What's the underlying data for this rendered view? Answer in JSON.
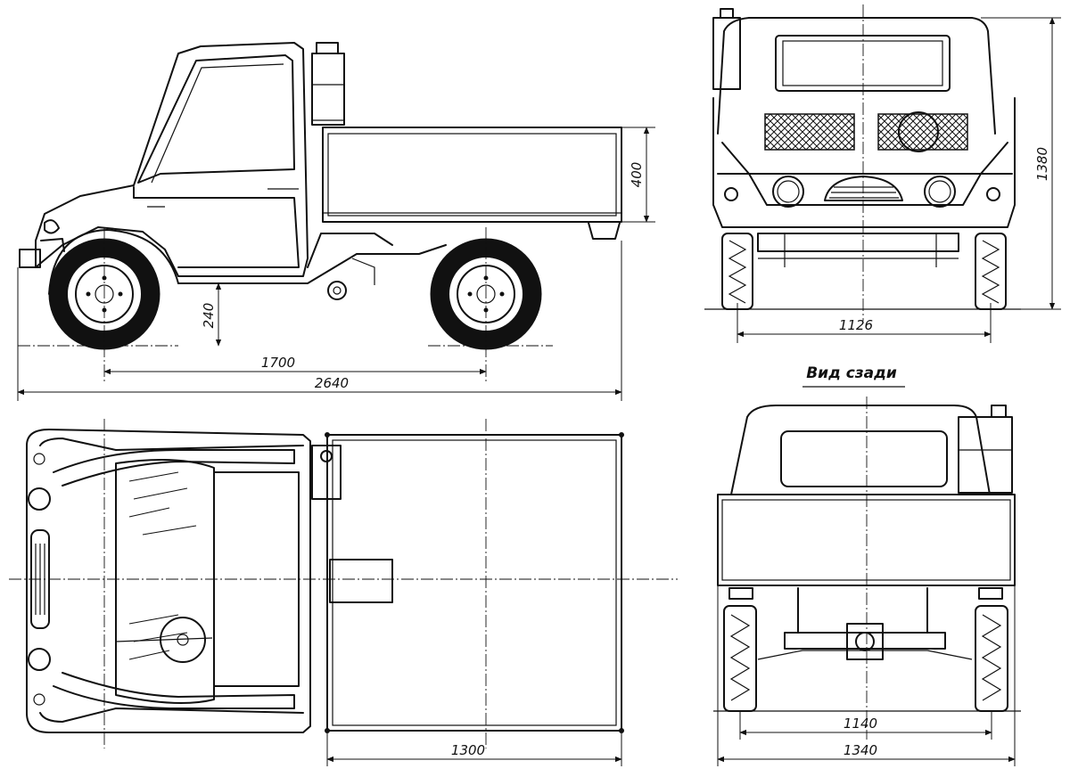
{
  "dimensions": {
    "side_wheelbase": "1700",
    "side_length": "2640",
    "side_bed_height": "400",
    "side_clearance": "240",
    "front_track": "1126",
    "front_height": "1380",
    "top_bed_length": "1300",
    "rear_track": "1140",
    "rear_width": "1340"
  },
  "labels": {
    "rear_view": "Вид сзади"
  }
}
